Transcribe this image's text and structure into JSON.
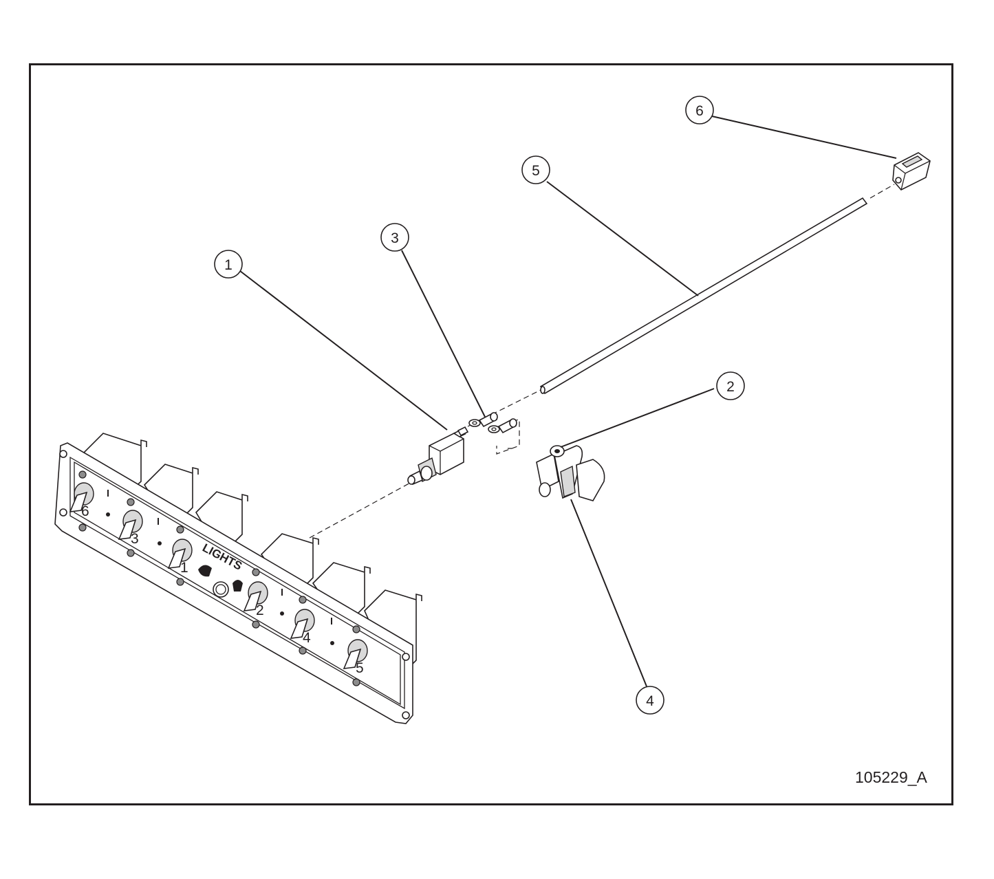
{
  "drawing_id": "105229_A",
  "callouts": [
    {
      "label": "1",
      "part": "toggle-switch"
    },
    {
      "label": "2",
      "part": "switch-boot-cap"
    },
    {
      "label": "3",
      "part": "ring-terminals"
    },
    {
      "label": "4",
      "part": "switch-guard"
    },
    {
      "label": "5",
      "part": "wire"
    },
    {
      "label": "6",
      "part": "wire-connector"
    }
  ],
  "panel": {
    "label": "LIGHTS",
    "switch_labels": [
      "6",
      "3",
      "1",
      "2",
      "4",
      "5"
    ]
  },
  "colors": {
    "ink": "#231f20",
    "paper": "#ffffff",
    "shade": "#d9d9d9"
  }
}
